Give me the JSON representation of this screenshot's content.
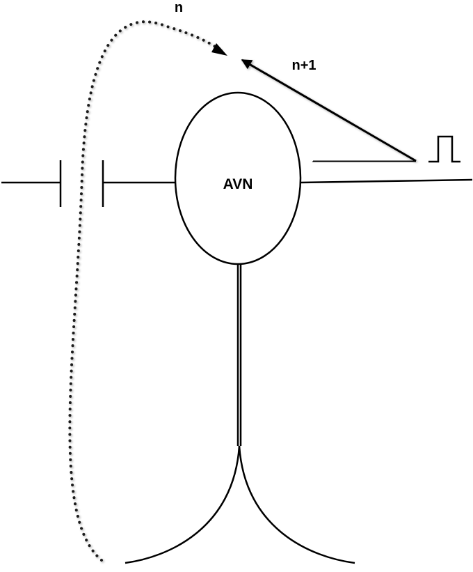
{
  "labels": {
    "node": "AVN",
    "path_n": "n",
    "path_n_plus_1": "n+1"
  },
  "colors": {
    "stroke": "#000000",
    "background": "#ffffff",
    "dotted_path": "#1a1a1a"
  }
}
